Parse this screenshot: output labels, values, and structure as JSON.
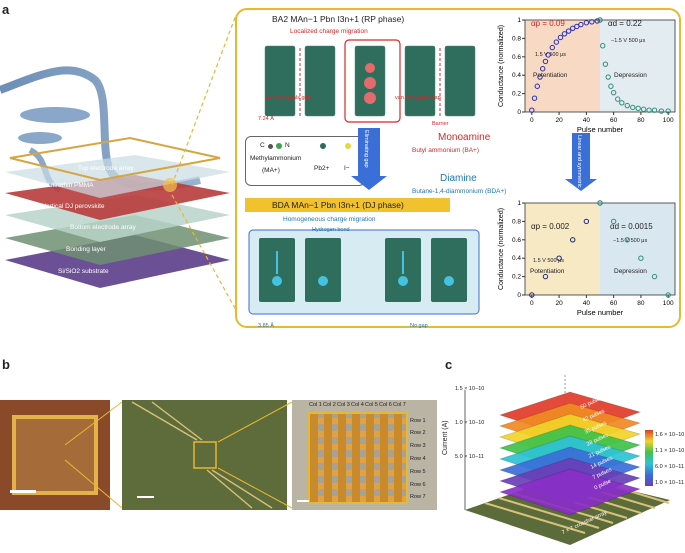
{
  "panel_labels": {
    "a": "a",
    "b": "b",
    "c": "c"
  },
  "device_stack": {
    "layers": [
      "Top electrode array",
      "Ultrathin PMMA",
      "Vertical DJ perovskite",
      "Bottom electrode array",
      "Bonding layer",
      "Si/SiO2 substrate"
    ]
  },
  "rp": {
    "title": "BA2 MAn−1 Pbn I3n+1 (RP phase)",
    "subtitle": "Localized charge migration",
    "gap_left": "van der Waals gap",
    "gap_right": "van der Waals gap",
    "spacing": "7.24 Å",
    "barrier": "Barrier",
    "monoamine": "Monoamine",
    "monoamine_name": "Butyl ammonium (BA+)"
  },
  "legend": {
    "C": "C",
    "N": "N",
    "ma": "Methylammonium",
    "ma_abbr": "(MA+)",
    "pb": "Pb2+",
    "i": "I−"
  },
  "arrow_label": "Eliminating gap",
  "arrow_right_label": "Linear and symmetric",
  "dj": {
    "title": "BDA MAn−1 Pbn I3n+1 (DJ phase)",
    "subtitle": "Homogeneous charge migration",
    "diamine": "Diamine",
    "diamine_name": "Butane-1,4-diammonium (BDA+)",
    "hbond": "Hydrogen bond",
    "spacing": "3.85 Å",
    "nogap": "No gap"
  },
  "chart_rp": {
    "alpha_p": "αp = 0.09",
    "alpha_d": "αd = 0.22",
    "pulse_p": "1.5 V 500 μs",
    "pulse_d": "−1.5 V 500 μs",
    "potentiation": "Potentiation",
    "depression": "Depression"
  },
  "chart_dj": {
    "alpha_p": "αp = 0.002",
    "alpha_d": "αd = 0.0015",
    "pulse_p": "1.5 V 500 μs",
    "pulse_d": "−1.5 V 500 μs",
    "potentiation": "Potentiation",
    "depression": "Depression"
  },
  "chart_data": [
    {
      "type": "scatter",
      "xlabel": "Pulse number",
      "ylabel": "Conductance (normalized)",
      "xlim": [
        -5,
        105
      ],
      "ylim": [
        0,
        1.0
      ],
      "xticks": [
        0,
        20,
        40,
        60,
        80,
        100
      ],
      "yticks": [
        0,
        0.2,
        0.4,
        0.6,
        0.8,
        1.0
      ],
      "series": [
        {
          "x": [
            0,
            2,
            4,
            6,
            8,
            10,
            12,
            15,
            18,
            21,
            24,
            27,
            30,
            33,
            36,
            40,
            44,
            48,
            50
          ],
          "y": [
            0.02,
            0.15,
            0.28,
            0.38,
            0.47,
            0.55,
            0.62,
            0.7,
            0.76,
            0.81,
            0.85,
            0.88,
            0.91,
            0.93,
            0.95,
            0.97,
            0.98,
            0.99,
            1.0
          ]
        },
        {
          "x": [
            50,
            52,
            54,
            56,
            58,
            60,
            63,
            66,
            70,
            74,
            78,
            82,
            86,
            90,
            95,
            100
          ],
          "y": [
            1.0,
            0.72,
            0.52,
            0.38,
            0.28,
            0.21,
            0.14,
            0.1,
            0.07,
            0.05,
            0.04,
            0.03,
            0.02,
            0.02,
            0.01,
            0.01
          ]
        }
      ]
    },
    {
      "type": "scatter",
      "xlabel": "Pulse number",
      "ylabel": "Conductance (normalized)",
      "xlim": [
        -5,
        105
      ],
      "ylim": [
        0,
        1.0
      ],
      "xticks": [
        0,
        20,
        40,
        60,
        80,
        100
      ],
      "yticks": [
        0,
        0.2,
        0.4,
        0.6,
        0.8,
        1.0
      ],
      "series": [
        {
          "x": [
            0,
            10,
            20,
            30,
            40,
            50
          ],
          "y": [
            0.0,
            0.2,
            0.4,
            0.6,
            0.8,
            1.0
          ]
        },
        {
          "x": [
            50,
            60,
            70,
            80,
            90,
            100
          ],
          "y": [
            1.0,
            0.8,
            0.6,
            0.4,
            0.2,
            0.0
          ]
        }
      ]
    },
    {
      "type": "heatmap",
      "zlabel": "Current (A)",
      "zticks": [
        "5.0 × 10−11",
        "1.0 × 10−10",
        "1.5 × 10−10"
      ],
      "colorbar": [
        "1.6 × 10−10",
        "1.1 × 10−10",
        "6.0 × 10−11",
        "1.0 × 10−11"
      ],
      "layers": [
        "50 pulses",
        "42 pulses",
        "35 pulses",
        "28 pulses",
        "21 pulses",
        "14 pulses",
        "7 pulses",
        "0 pulse"
      ],
      "base_label": "7 × 7 crossbar array"
    }
  ],
  "panel_b": {
    "cols": [
      "Col 1",
      "Col 2",
      "Col 3",
      "Col 4",
      "Col 5",
      "Col 6",
      "Col 7"
    ],
    "rows": [
      "Row 1",
      "Row 2",
      "Row 3",
      "Row 4",
      "Row 5",
      "Row 6",
      "Row 7"
    ]
  },
  "colors": {
    "frame": "#e8b830",
    "arrow": "#3a6fd8",
    "dj_bar": "#f2c12e"
  }
}
